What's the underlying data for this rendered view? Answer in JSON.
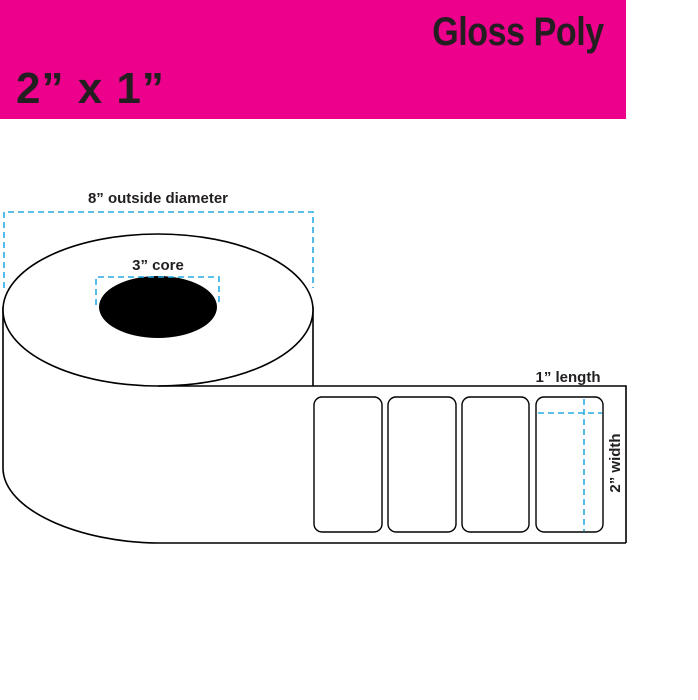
{
  "banner": {
    "material": "Gloss Poly",
    "label_size": "2” x 1”",
    "color": "#ec008c"
  },
  "roll": {
    "outside_diameter_label": "8” outside diameter",
    "core_label": "3” core",
    "label_count_shown": 4
  },
  "label": {
    "length_label": "1” length",
    "width_label": "2” width"
  },
  "colors": {
    "dimension_line": "#29abe2",
    "outline": "#000000",
    "text": "#231f20"
  }
}
